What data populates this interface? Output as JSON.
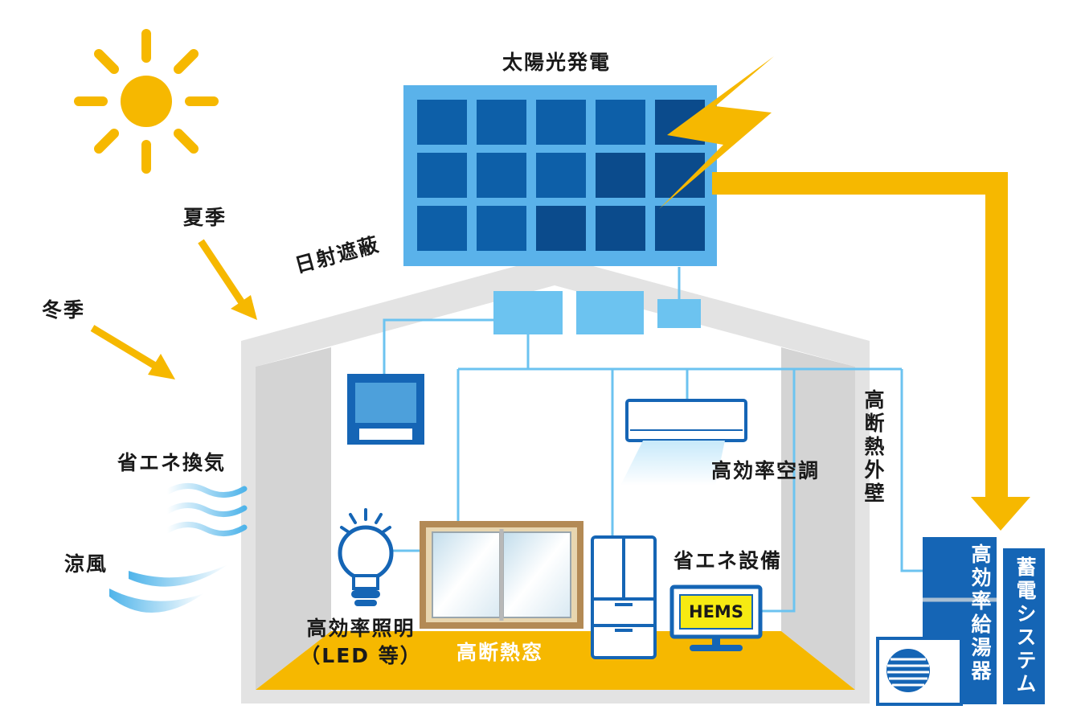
{
  "colors": {
    "sun": "#f6b800",
    "house_wall": "#e3e3e3",
    "house_inner_wall": "#d4d4d4",
    "floor": "#f6b800",
    "panel_frame": "#5ab2ea",
    "panel_cell": "#0d5fa8",
    "panel_cell_dark": "#0b4b8c",
    "wire": "#6cc3f0",
    "equipment": "#1565b5",
    "bolt": "#f6b800",
    "breeze": "#4fb4ea"
  },
  "labels": {
    "solar_power": "太陽光発電",
    "solar_shading": "日射遮蔽",
    "summer": "夏季",
    "winter": "冬季",
    "energy_saving_ventilation": "省エネ換気",
    "cool_breeze": "涼風",
    "high_efficiency_ac": "高効率空調",
    "high_insulation_wall": "高断熱外壁",
    "energy_saving_equipment": "省エネ設備",
    "hems": "HEMS",
    "high_efficiency_lighting": "高効率照明",
    "led_note": "（LED 等）",
    "high_insulation_window": "高断熱窓",
    "high_efficiency_water_heater": "高効率給湯器",
    "storage_battery_system": "蓄電システム"
  }
}
